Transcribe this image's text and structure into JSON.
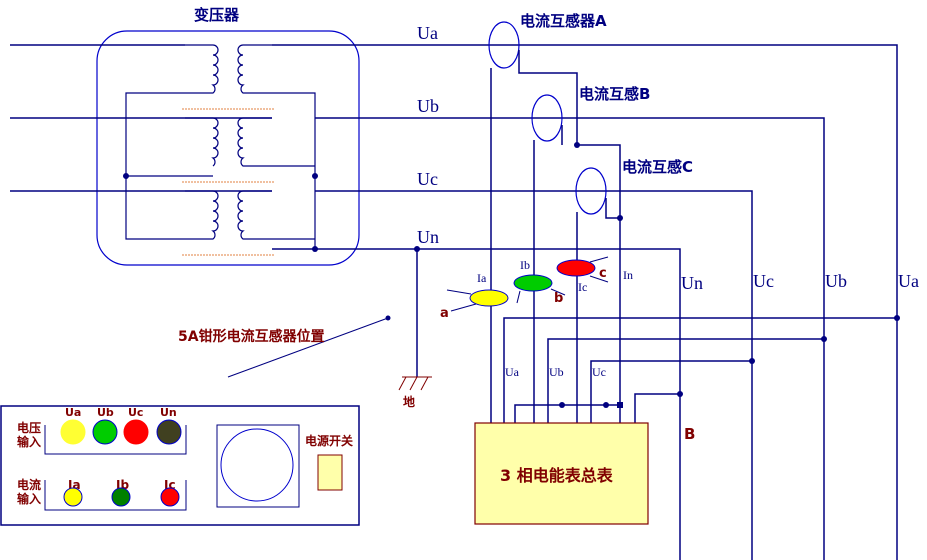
{
  "title": "变压器",
  "lines": {
    "ua": "Ua",
    "ub": "Ub",
    "uc": "Uc",
    "un": "Un"
  },
  "ct_labels": {
    "a": "电流互感器A",
    "b": "电流互感B",
    "c": "电流互感C"
  },
  "clamps": {
    "ia": "Ia",
    "ib": "Ib",
    "ic": "Ic",
    "in": "In",
    "a": "a",
    "b": "b",
    "c": "c",
    "colors": {
      "a": "#ffff00",
      "b": "#00cc00",
      "c": "#ff0000"
    }
  },
  "annotation": "5A钳形电流互感器位置",
  "ground": "地",
  "meter_taps": {
    "ua": "Ua",
    "ub": "Ub",
    "uc": "Uc"
  },
  "meter": {
    "label": "3 相电能表总表"
  },
  "bus_label": "B",
  "right_labels": {
    "un": "Un",
    "uc": "Uc",
    "ub": "Ub",
    "ua": "Ua"
  },
  "panel": {
    "voltage_input": [
      "电压",
      "输入"
    ],
    "current_input": [
      "电流",
      "输入"
    ],
    "voltage_terminals": [
      {
        "label": "Ua",
        "color": "#ffff33"
      },
      {
        "label": "Ub",
        "color": "#00cc00"
      },
      {
        "label": "Uc",
        "color": "#ff0000"
      },
      {
        "label": "Un",
        "color": "#404020"
      }
    ],
    "current_terminals": [
      {
        "label": "Ia",
        "color": "#ffff00"
      },
      {
        "label": "Ib",
        "color": "#008000"
      },
      {
        "label": "Ic",
        "color": "#ff0000"
      }
    ],
    "power_switch": "电源开关"
  }
}
